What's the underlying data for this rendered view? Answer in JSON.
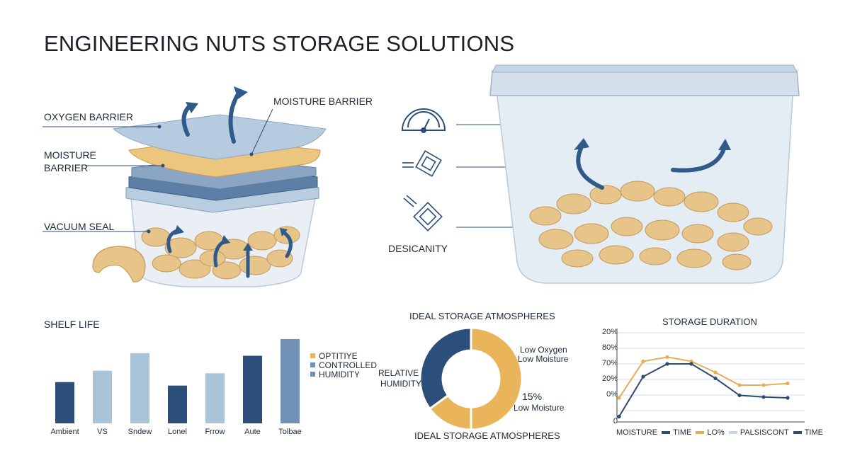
{
  "title": "ENGINEERING NUTS STORAGE SOLUTIONS",
  "left_diagram": {
    "labels": {
      "oxygen_barrier": "OXYGEN BARRIER",
      "moisture_barrier_top": "MOISTURE BARRIER",
      "moisture_barrier_mid_1": "MOISTURE",
      "moisture_barrier_mid_2": "BARRIER",
      "vacuum_seal": "VACUUM SEAL"
    }
  },
  "right_diagram": {
    "icons": [
      "gauge-icon",
      "desiccant-packet-icon",
      "desiccant-crystal-icon"
    ],
    "desiccant_label": "DESICANITY"
  },
  "colors": {
    "navy": "#2b4f7a",
    "light_blue": "#a9c3d9",
    "slate_blue": "#7192b6",
    "gold": "#e9b45a",
    "line_gold": "#e4ad5a",
    "line_navy": "#2d4c6f"
  },
  "shelf_life_chart": {
    "title": "SHELF LIFE",
    "legend": [
      {
        "label": "OPTITIYE",
        "color": "#e9b45a"
      },
      {
        "label": "CONTROLLED",
        "color": "#7192b6"
      },
      {
        "label": "HUMIDITY",
        "color": "#7192b6"
      }
    ],
    "chart_data": {
      "type": "bar",
      "categories": [
        "Ambient",
        "VS",
        "Sndew",
        "Lonel",
        "Frrow",
        "Aute",
        "Tolbae"
      ],
      "values": [
        47,
        60,
        80,
        43,
        57,
        77,
        96
      ],
      "colors": [
        "#2b4f7a",
        "#a9c3d9",
        "#a9c3d9",
        "#2b4f7a",
        "#a9c3d9",
        "#2b4f7a",
        "#7192b6"
      ]
    }
  },
  "atmosphere_chart": {
    "title_top": "IDEAL STORAGE ATMOSPHERES",
    "title_bottom": "IDEAL STORAGE ATMOSPHERES",
    "left_label_1": "RELATIVE",
    "left_label_2": "HUMIDITY",
    "right_label_1_a": "Low Oxygen",
    "right_label_1_b": "Low Moisture",
    "right_label_2_a": "15%",
    "right_label_2_b": "Low Moisture",
    "chart_data": {
      "type": "pie",
      "slices": [
        {
          "label": "Low Oxygen Low Moisture",
          "value": 50,
          "color": "#e9b45a"
        },
        {
          "label": "15% Low Moisture",
          "value": 15,
          "color": "#e9b45a"
        },
        {
          "label": "Relative Humidity",
          "value": 35,
          "color": "#2b4f7a"
        }
      ]
    }
  },
  "duration_chart": {
    "title": "STORAGE DURATION",
    "y_ticks": [
      "20%",
      "80%",
      "70%",
      "20%",
      "0%",
      "0"
    ],
    "legend": [
      {
        "label": "MOISTURE",
        "color": ""
      },
      {
        "label": "TIME",
        "color": "#2d4c6f"
      },
      {
        "label": "LO%",
        "color": "#e4ad5a"
      },
      {
        "label": "PALSISCONT",
        "color": "#c9d6e4"
      },
      {
        "label": "TIME",
        "color": "#2d4c6f"
      }
    ],
    "chart_data": {
      "type": "line",
      "series": [
        {
          "color": "#e4ad5a",
          "values": [
            25,
            68,
            73,
            68,
            55,
            40,
            40,
            42
          ]
        },
        {
          "color": "#2d4c6f",
          "values": [
            3,
            50,
            65,
            65,
            48,
            28,
            26,
            25
          ]
        }
      ]
    }
  }
}
